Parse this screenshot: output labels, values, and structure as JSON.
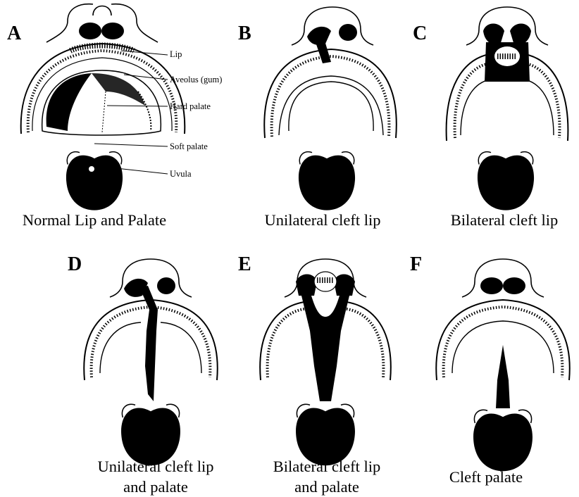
{
  "panels": {
    "a": {
      "letter": "A",
      "caption": "Normal Lip and Palate"
    },
    "b": {
      "letter": "B",
      "caption": "Unilateral cleft lip"
    },
    "c": {
      "letter": "C",
      "caption": "Bilateral cleft lip"
    },
    "d": {
      "letter": "D",
      "caption_line1": "Unilateral cleft lip",
      "caption_line2": "and palate"
    },
    "e": {
      "letter": "E",
      "caption_line1": "Bilateral cleft lip",
      "caption_line2": "and palate"
    },
    "f": {
      "letter": "F",
      "caption": "Cleft palate"
    }
  },
  "anatomy_labels": {
    "lip": "Lip",
    "alveolus": "Aveolus (gum)",
    "hard_palate": "Hard palate",
    "soft_palate": "Soft palate",
    "uvula": "Uvula"
  }
}
